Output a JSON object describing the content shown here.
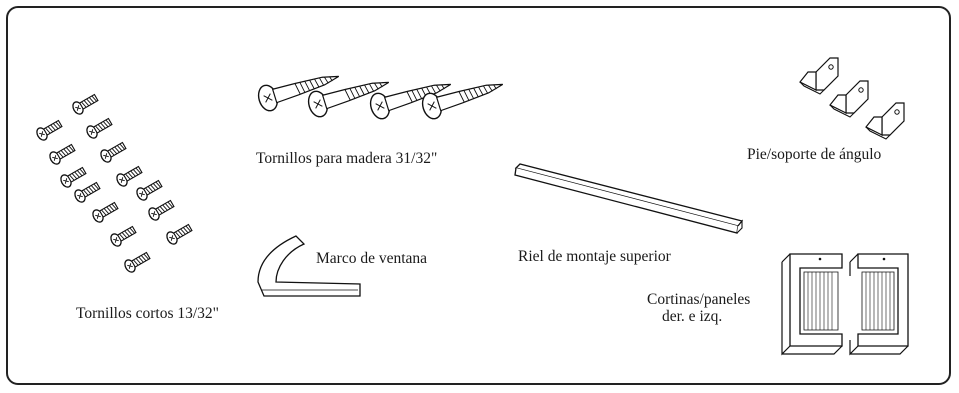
{
  "labels": {
    "short_screws": "Tornillos cortos 13/32\"",
    "wood_screws": "Tornillos para madera 31/32\"",
    "angle_bracket": "Pie/soporte de ángulo",
    "top_rail": "Riel de montaje superior",
    "window_frame": "Marco de ventana",
    "curtain_panels_line1": "Cortinas/paneles",
    "curtain_panels_line2": "der. e izq."
  },
  "icons": {
    "short_screws": "short-screw-icon",
    "wood_screws": "wood-screw-icon",
    "angle_bracket": "angle-bracket-icon",
    "top_rail": "top-mounting-rail-icon",
    "window_frame": "window-frame-seal-icon",
    "curtain_panels": "curtain-panel-icon"
  }
}
